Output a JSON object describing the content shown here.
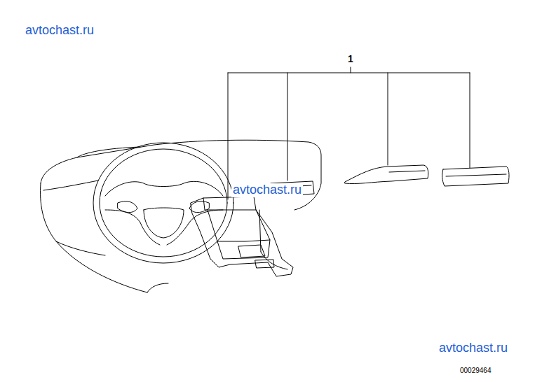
{
  "diagram": {
    "labels": [
      "avtochast.ru",
      "1",
      "avtochast.ru",
      "avtochast.ru",
      "00029464"
    ]
  }
}
